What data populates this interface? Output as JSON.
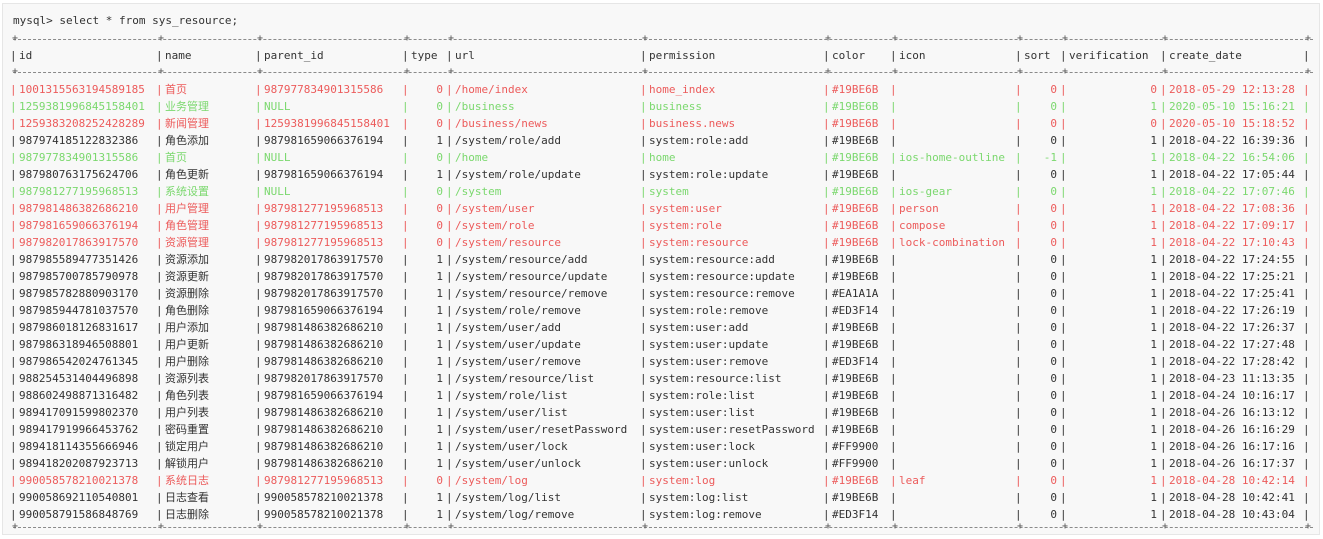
{
  "command": "mysql> select * from sys_resource;",
  "columns": [
    "id",
    "name",
    "parent_id",
    "type",
    "url",
    "permission",
    "color",
    "icon",
    "sort",
    "verification",
    "create_date"
  ],
  "rows": [
    {
      "id": "1001315563194589185",
      "name": "首页",
      "parent_id": "987977834901315586",
      "type": "0",
      "url": "/home/index",
      "permission": "home_index",
      "color": "#19BE6B",
      "icon": "",
      "sort": "0",
      "verification": "0",
      "create_date": "2018-05-29 12:13:28",
      "highlight": "red"
    },
    {
      "id": "1259381996845158401",
      "name": "业务管理",
      "parent_id": "NULL",
      "type": "0",
      "url": "/business",
      "permission": "business",
      "color": "#19BE6B",
      "icon": "",
      "sort": "0",
      "verification": "1",
      "create_date": "2020-05-10 15:16:21",
      "highlight": "green"
    },
    {
      "id": "1259383208252428289",
      "name": "新闻管理",
      "parent_id": "1259381996845158401",
      "type": "0",
      "url": "/business/news",
      "permission": "business.news",
      "color": "#19BE6B",
      "icon": "",
      "sort": "0",
      "verification": "0",
      "create_date": "2020-05-10 15:18:52",
      "highlight": "red"
    },
    {
      "id": "987974185122832386",
      "name": "角色添加",
      "parent_id": "987981659066376194",
      "type": "1",
      "url": "/system/role/add",
      "permission": "system:role:add",
      "color": "#19BE6B",
      "icon": "",
      "sort": "0",
      "verification": "1",
      "create_date": "2018-04-22 16:39:36",
      "highlight": ""
    },
    {
      "id": "987977834901315586",
      "name": "首页",
      "parent_id": "NULL",
      "type": "0",
      "url": "/home",
      "permission": "home",
      "color": "#19BE6B",
      "icon": "ios-home-outline",
      "sort": "-1",
      "verification": "1",
      "create_date": "2018-04-22 16:54:06",
      "highlight": "green"
    },
    {
      "id": "987980763175624706",
      "name": "角色更新",
      "parent_id": "987981659066376194",
      "type": "1",
      "url": "/system/role/update",
      "permission": "system:role:update",
      "color": "#19BE6B",
      "icon": "",
      "sort": "0",
      "verification": "1",
      "create_date": "2018-04-22 17:05:44",
      "highlight": ""
    },
    {
      "id": "987981277195968513",
      "name": "系统设置",
      "parent_id": "NULL",
      "type": "0",
      "url": "/system",
      "permission": "system",
      "color": "#19BE6B",
      "icon": "ios-gear",
      "sort": "0",
      "verification": "1",
      "create_date": "2018-04-22 17:07:46",
      "highlight": "green"
    },
    {
      "id": "987981486382686210",
      "name": "用户管理",
      "parent_id": "987981277195968513",
      "type": "0",
      "url": "/system/user",
      "permission": "system:user",
      "color": "#19BE6B",
      "icon": "person",
      "sort": "0",
      "verification": "1",
      "create_date": "2018-04-22 17:08:36",
      "highlight": "red"
    },
    {
      "id": "987981659066376194",
      "name": "角色管理",
      "parent_id": "987981277195968513",
      "type": "0",
      "url": "/system/role",
      "permission": "system:role",
      "color": "#19BE6B",
      "icon": "compose",
      "sort": "0",
      "verification": "1",
      "create_date": "2018-04-22 17:09:17",
      "highlight": "red"
    },
    {
      "id": "987982017863917570",
      "name": "资源管理",
      "parent_id": "987981277195968513",
      "type": "0",
      "url": "/system/resource",
      "permission": "system:resource",
      "color": "#19BE6B",
      "icon": "lock-combination",
      "sort": "0",
      "verification": "1",
      "create_date": "2018-04-22 17:10:43",
      "highlight": "red"
    },
    {
      "id": "987985589477351426",
      "name": "资源添加",
      "parent_id": "987982017863917570",
      "type": "1",
      "url": "/system/resource/add",
      "permission": "system:resource:add",
      "color": "#19BE6B",
      "icon": "",
      "sort": "0",
      "verification": "1",
      "create_date": "2018-04-22 17:24:55",
      "highlight": ""
    },
    {
      "id": "987985700785790978",
      "name": "资源更新",
      "parent_id": "987982017863917570",
      "type": "1",
      "url": "/system/resource/update",
      "permission": "system:resource:update",
      "color": "#19BE6B",
      "icon": "",
      "sort": "0",
      "verification": "1",
      "create_date": "2018-04-22 17:25:21",
      "highlight": ""
    },
    {
      "id": "987985782880903170",
      "name": "资源删除",
      "parent_id": "987982017863917570",
      "type": "1",
      "url": "/system/resource/remove",
      "permission": "system:resource:remove",
      "color": "#EA1A1A",
      "icon": "",
      "sort": "0",
      "verification": "1",
      "create_date": "2018-04-22 17:25:41",
      "highlight": ""
    },
    {
      "id": "987985944781037570",
      "name": "角色删除",
      "parent_id": "987981659066376194",
      "type": "1",
      "url": "/system/role/remove",
      "permission": "system:role:remove",
      "color": "#ED3F14",
      "icon": "",
      "sort": "0",
      "verification": "1",
      "create_date": "2018-04-22 17:26:19",
      "highlight": ""
    },
    {
      "id": "987986018126831617",
      "name": "用户添加",
      "parent_id": "987981486382686210",
      "type": "1",
      "url": "/system/user/add",
      "permission": "system:user:add",
      "color": "#19BE6B",
      "icon": "",
      "sort": "0",
      "verification": "1",
      "create_date": "2018-04-22 17:26:37",
      "highlight": ""
    },
    {
      "id": "987986318946508801",
      "name": "用户更新",
      "parent_id": "987981486382686210",
      "type": "1",
      "url": "/system/user/update",
      "permission": "system:user:update",
      "color": "#19BE6B",
      "icon": "",
      "sort": "0",
      "verification": "1",
      "create_date": "2018-04-22 17:27:48",
      "highlight": ""
    },
    {
      "id": "987986542024761345",
      "name": "用户删除",
      "parent_id": "987981486382686210",
      "type": "1",
      "url": "/system/user/remove",
      "permission": "system:user:remove",
      "color": "#ED3F14",
      "icon": "",
      "sort": "0",
      "verification": "1",
      "create_date": "2018-04-22 17:28:42",
      "highlight": ""
    },
    {
      "id": "988254531404496898",
      "name": "资源列表",
      "parent_id": "987982017863917570",
      "type": "1",
      "url": "/system/resource/list",
      "permission": "system:resource:list",
      "color": "#19BE6B",
      "icon": "",
      "sort": "0",
      "verification": "1",
      "create_date": "2018-04-23 11:13:35",
      "highlight": ""
    },
    {
      "id": "988602498871316482",
      "name": "角色列表",
      "parent_id": "987981659066376194",
      "type": "1",
      "url": "/system/role/list",
      "permission": "system:role:list",
      "color": "#19BE6B",
      "icon": "",
      "sort": "0",
      "verification": "1",
      "create_date": "2018-04-24 10:16:17",
      "highlight": ""
    },
    {
      "id": "989417091599802370",
      "name": "用户列表",
      "parent_id": "987981486382686210",
      "type": "1",
      "url": "/system/user/list",
      "permission": "system:user:list",
      "color": "#19BE6B",
      "icon": "",
      "sort": "0",
      "verification": "1",
      "create_date": "2018-04-26 16:13:12",
      "highlight": ""
    },
    {
      "id": "989417919966453762",
      "name": "密码重置",
      "parent_id": "987981486382686210",
      "type": "1",
      "url": "/system/user/resetPassword",
      "permission": "system:user:resetPassword",
      "color": "#19BE6B",
      "icon": "",
      "sort": "0",
      "verification": "1",
      "create_date": "2018-04-26 16:16:29",
      "highlight": ""
    },
    {
      "id": "989418114355666946",
      "name": "锁定用户",
      "parent_id": "987981486382686210",
      "type": "1",
      "url": "/system/user/lock",
      "permission": "system:user:lock",
      "color": "#FF9900",
      "icon": "",
      "sort": "0",
      "verification": "1",
      "create_date": "2018-04-26 16:17:16",
      "highlight": ""
    },
    {
      "id": "989418202087923713",
      "name": "解锁用户",
      "parent_id": "987981486382686210",
      "type": "1",
      "url": "/system/user/unlock",
      "permission": "system:user:unlock",
      "color": "#FF9900",
      "icon": "",
      "sort": "0",
      "verification": "1",
      "create_date": "2018-04-26 16:17:37",
      "highlight": ""
    },
    {
      "id": "990058578210021378",
      "name": "系统日志",
      "parent_id": "987981277195968513",
      "type": "0",
      "url": "/system/log",
      "permission": "system:log",
      "color": "#19BE6B",
      "icon": "leaf",
      "sort": "0",
      "verification": "1",
      "create_date": "2018-04-28 10:42:14",
      "highlight": "red"
    },
    {
      "id": "990058692110540801",
      "name": "日志查看",
      "parent_id": "990058578210021378",
      "type": "1",
      "url": "/system/log/list",
      "permission": "system:log:list",
      "color": "#19BE6B",
      "icon": "",
      "sort": "0",
      "verification": "1",
      "create_date": "2018-04-28 10:42:41",
      "highlight": ""
    },
    {
      "id": "990058791586848769",
      "name": "日志删除",
      "parent_id": "990058578210021378",
      "type": "1",
      "url": "/system/log/remove",
      "permission": "system:log:remove",
      "color": "#ED3F14",
      "icon": "",
      "sort": "0",
      "verification": "1",
      "create_date": "2018-04-28 10:43:04",
      "highlight": ""
    }
  ],
  "highlight_colors": {
    "red": "#ec5b5b",
    "green": "#7bd86e"
  }
}
